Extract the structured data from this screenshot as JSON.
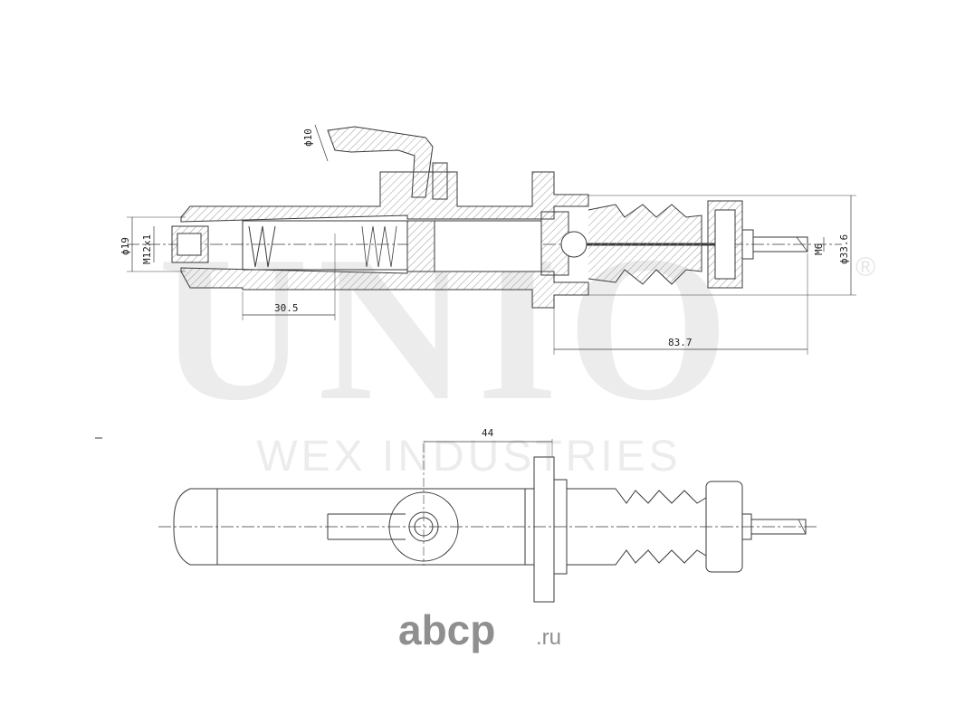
{
  "watermark": {
    "brand": "UNIO",
    "registered": "®",
    "subtitle": "WEX INDUSTRIES",
    "color": "#e9e9e9"
  },
  "dimensions": {
    "phi10": "ϕ10",
    "phi19": "ϕ19",
    "m12": "M12x1",
    "d30": "30.5",
    "m6": "M6",
    "phi336": "ϕ33.6",
    "d837": "83.7",
    "d44": "44"
  },
  "footer_logo": {
    "name": "abcp",
    "domain": ".ru",
    "color": "#8f8f8f"
  },
  "colors": {
    "line": "#3a3a3a",
    "hatch": "#9a9a9a"
  }
}
